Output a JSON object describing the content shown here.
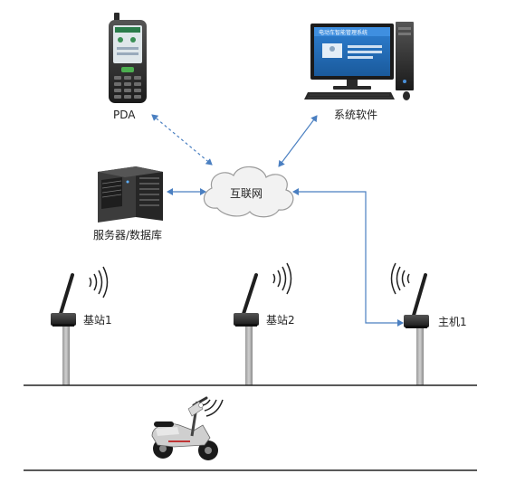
{
  "nodes": {
    "pda": {
      "label": "PDA"
    },
    "software": {
      "label": "系统软件",
      "screen_title": "电动车智能管理系统"
    },
    "server": {
      "label": "服务器/数据库"
    },
    "internet": {
      "label": "互联网"
    },
    "base_station_1": {
      "label": "基站1"
    },
    "base_station_2": {
      "label": "基站2"
    },
    "host_1": {
      "label": "主机1"
    }
  },
  "colors": {
    "arrow": "#4a7fc1",
    "pole": "#b5b5b5",
    "device": "#2a2a2a",
    "cloud_fill": "#f2f2f2",
    "cloud_stroke": "#9a9a9a",
    "ground": "#222222",
    "monitor_screen": "#1f67b0"
  },
  "icons": {
    "pda": "handheld-pda-icon",
    "computer": "desktop-computer-icon",
    "server": "server-tower-icon",
    "cloud": "cloud-icon",
    "antenna": "antenna-device-icon",
    "signal": "wireless-signal-icon",
    "scooter": "electric-scooter-icon"
  }
}
